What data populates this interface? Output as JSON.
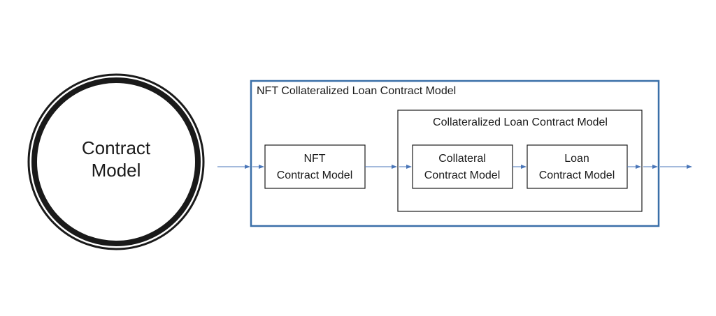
{
  "contract_model": {
    "line1": "Contract",
    "line2": "Model"
  },
  "outer_container": {
    "title": "NFT Collateralized Loan Contract Model",
    "border_color": "#3a6fa8"
  },
  "inner_container": {
    "title": "Collateralized Loan Contract Model"
  },
  "nft_box": {
    "line1": "NFT",
    "line2": "Contract Model"
  },
  "collateral_box": {
    "line1": "Collateral",
    "line2": "Contract Model"
  },
  "loan_box": {
    "line1": "Loan",
    "line2": "Contract Model"
  },
  "colors": {
    "flow_line": "#4a76b8",
    "box_border": "#1a1a1a"
  }
}
